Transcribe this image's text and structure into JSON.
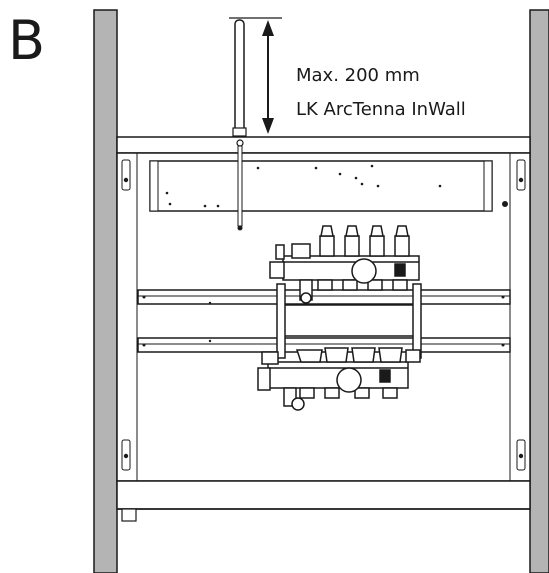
{
  "panel_label": "B",
  "annotation": {
    "line1": "Max. 200 mm",
    "line2": "LK ArcTenna InWall"
  },
  "colors": {
    "stroke": "#1a1a1a",
    "wall_gray": "#b4b4b4",
    "background": "#ffffff"
  },
  "manifold": {
    "upper_outlets": 4,
    "lower_outlets": 4
  }
}
